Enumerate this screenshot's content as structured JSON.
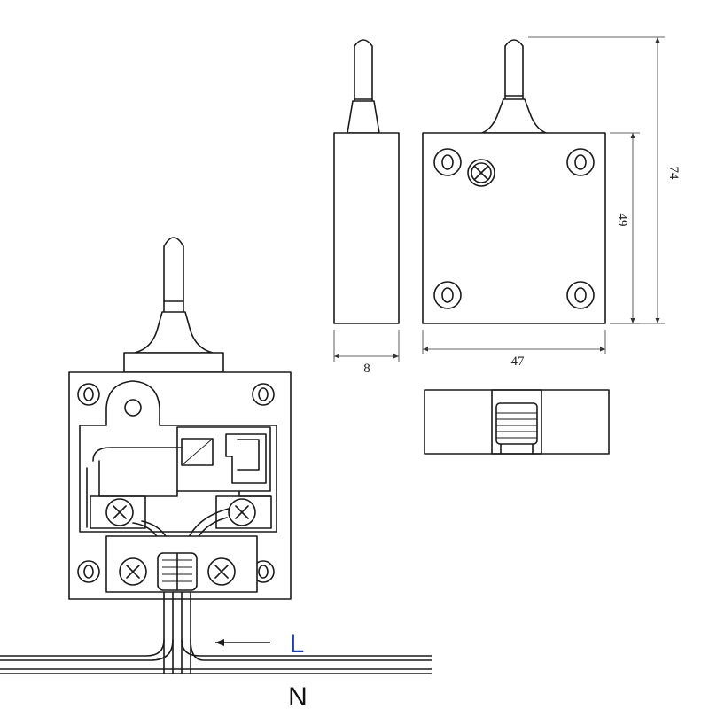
{
  "dimensions": {
    "side_width": "8",
    "front_width": "47",
    "body_height": "49",
    "total_height": "74"
  },
  "wiring": {
    "live_label": "L",
    "neutral_label": "N",
    "live_color": "#1f3d9e",
    "neutral_color": "#111111"
  }
}
